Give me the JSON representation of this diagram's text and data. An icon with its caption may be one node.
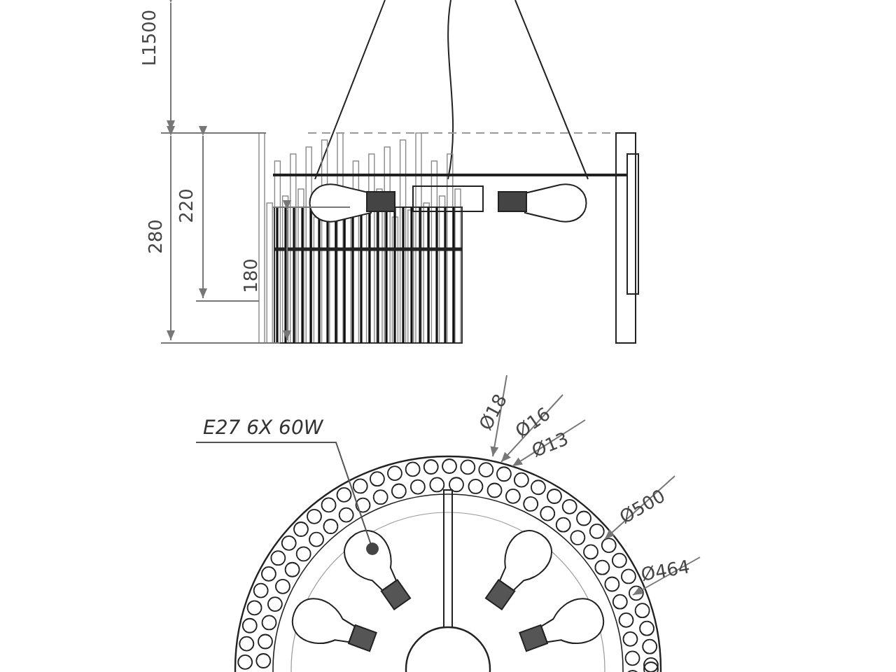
{
  "diagram": {
    "nodes": [
      {
        "text": [
          "E27 6X 60W"
        ]
      },
      {
        "text": [],
        "shape": "picture"
      }
    ],
    "edges": [
      {
        "from": 0,
        "to": 1,
        "arrow": "other"
      }
    ],
    "labels": [
      "L1500",
      "280",
      "220",
      "180",
      "Ø18",
      "Ø16",
      "Ø13",
      "Ø500",
      "Ø464"
    ]
  }
}
